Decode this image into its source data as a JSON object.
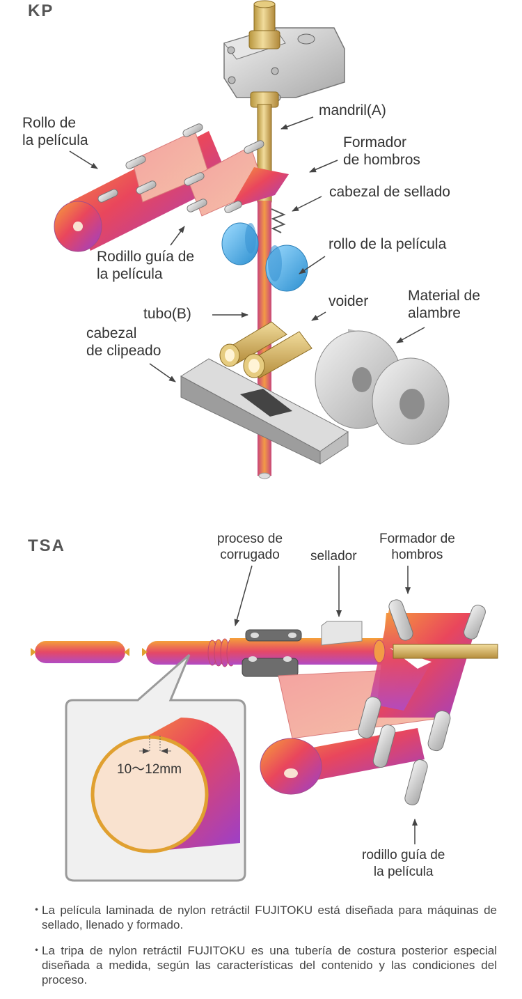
{
  "kp": {
    "title": "KP",
    "labels": {
      "film_roll": [
        "Rollo de",
        "la película"
      ],
      "mandrel": "mandril(A)",
      "shoulder_former": [
        "Formador",
        "de hombros"
      ],
      "sealing_head": "cabezal de sellado",
      "film_roll_2": "rollo de la película",
      "guide_roller": [
        "Rodillo guía de",
        "la película"
      ],
      "tube": "tubo(B)",
      "voider": "voider",
      "wire_material": [
        "Material de",
        "alambre"
      ],
      "clipping_head": [
        "cabezal",
        "de clipeado"
      ]
    }
  },
  "tsa": {
    "title": "TSA",
    "labels": {
      "corrugation": [
        "proceso de",
        "corrugado"
      ],
      "sealer": "sellador",
      "shoulder_former": [
        "Formador de",
        "hombros"
      ],
      "dimension": "10〜12mm",
      "guide_roller": [
        "rodillo guía de",
        "la película"
      ]
    }
  },
  "notes": [
    "La película laminada de nylon retráctil FUJITOKU está diseñada para máquinas de sellado, llenado y formado.",
    "La tripa de nylon retráctil FUJITOKU es una tubería de costura posterior  especial diseñada a medida, según las características del contenido y las condiciones del proceso."
  ],
  "colors": {
    "film_gradient": [
      "#f39a3c",
      "#e8475a",
      "#9b3fc7"
    ],
    "brass": "#d8b65a",
    "metal": "#cfcfcf",
    "roller_blue": "#5ab4e8",
    "text": "#333333"
  }
}
